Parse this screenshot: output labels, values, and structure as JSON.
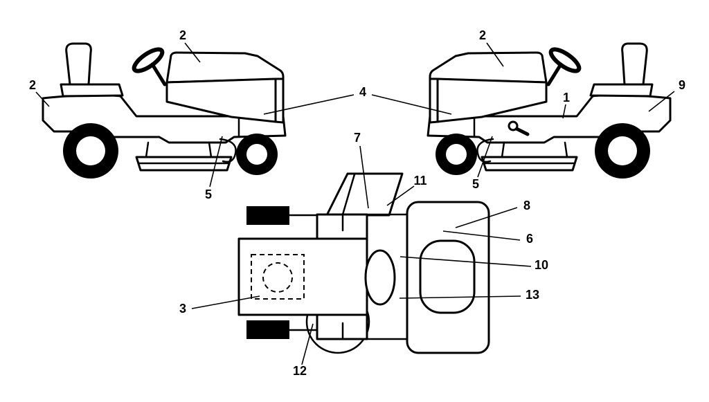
{
  "figure": {
    "type": "line-diagram",
    "colors": {
      "background": "#ffffff",
      "line": "#000000"
    }
  },
  "callouts": [
    {
      "number": "2",
      "points_to": "hood-left-side-view"
    },
    {
      "number": "2",
      "points_to": "rear-fender-left-side-view"
    },
    {
      "number": "5",
      "points_to": "mower-deck-left-side-view"
    },
    {
      "number": "4",
      "points_to": "chassis-both-side-views"
    },
    {
      "number": "2",
      "points_to": "hood-right-side-view"
    },
    {
      "number": "1",
      "points_to": "fender-right-side-view"
    },
    {
      "number": "9",
      "points_to": "rear-fender-right-side-view"
    },
    {
      "number": "5",
      "points_to": "mower-deck-right-side-view"
    },
    {
      "number": "7",
      "points_to": "discharge-chute-top-view"
    },
    {
      "number": "11",
      "points_to": "chute-deflector-top-view"
    },
    {
      "number": "8",
      "points_to": "fender-panel-top-view"
    },
    {
      "number": "6",
      "points_to": "fender-edge-top-view"
    },
    {
      "number": "10",
      "points_to": "dash-console-upper-top-view"
    },
    {
      "number": "13",
      "points_to": "dash-console-lower-top-view"
    },
    {
      "number": "3",
      "points_to": "engine-compartment-top-view"
    },
    {
      "number": "12",
      "points_to": "deck-housing-top-view"
    }
  ]
}
